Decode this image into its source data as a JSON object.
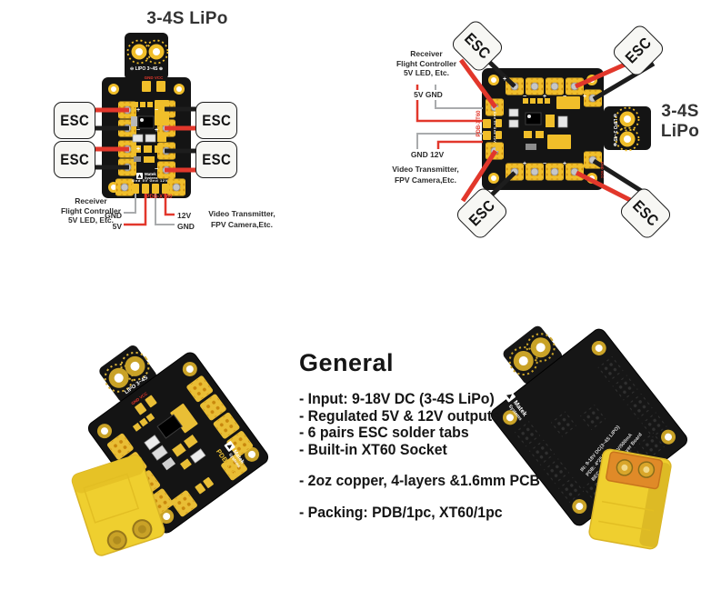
{
  "colors": {
    "board_black": "#141414",
    "pad_yellow": "#F0BE2A",
    "pad_gold": "#C9880D",
    "wire_red": "#E2372B",
    "wire_black": "#1d1d1d",
    "leader_gray": "#A9ABAD",
    "text_dark": "#2b2b2b"
  },
  "marks": {
    "plus": "+",
    "minus": "−"
  },
  "front_diagram": {
    "title": "3-4S LiPo",
    "esc": [
      "ESC",
      "ESC",
      "ESC",
      "ESC"
    ],
    "board": {
      "lipo_marking": "⊖ LIPO 3~4S ⊕",
      "gnd_vcc": "GND VCC",
      "out_pins": "Gnd 5V Gnd 12V",
      "brand": "Matek",
      "brand2": "Systems",
      "model": "PDB-XT60"
    },
    "callouts": {
      "receiver_l1": "Receiver",
      "receiver_l2": "Flight Controller",
      "receiver_l3": "5V LED, Etc.",
      "gnd_left": "GND",
      "v5": "5V",
      "v12": "12V",
      "gnd_right": "GND",
      "video_l1": "Video Transmitter,",
      "video_l2": "FPV Camera,Etc."
    }
  },
  "side_diagram": {
    "esc": [
      "ESC",
      "ESC",
      "ESC",
      "ESC"
    ],
    "lipo_l1": "3-4S",
    "lipo_l2": "LiPo",
    "board": {
      "lipo_marking": "⊖ LIPO 3~4S ⊕",
      "model": "PDB-XT60",
      "out_pins": "Gnd 5V Gnd 12V",
      "gnd_vcc": "GND VCC"
    },
    "callouts": {
      "receiver_l1": "Receiver",
      "receiver_l2": "Flight Controller",
      "receiver_l3": "5V LED, Etc.",
      "pair_top": "5V GND",
      "pair_bottom": "GND 12V",
      "video_l1": "Video Transmitter,",
      "video_l2": "FPV Camera,Etc."
    }
  },
  "photo_front": {
    "lipo_marking": "LIPO 3~4S",
    "gnd_vcc": "GND VCC",
    "brand": "Matek",
    "brand2": "Systems",
    "model": "PDB-XT60"
  },
  "photo_back": {
    "brand": "Matek",
    "brand2": "Systems",
    "spec_l1": "IN: 9-18V DC(3~4S LIPO)",
    "spec_l2": "PDB: 4*25A",
    "spec_l3": "BEC: 5V/2A & 12V/500mA",
    "spec_l4": "2oz Copper & 4 Layer Board"
  },
  "general": {
    "title": "General",
    "bullets": [
      "- Input: 9-18V DC (3-4S LiPo)",
      "- Regulated 5V & 12V outputs",
      "- 6 pairs ESC solder tabs",
      "- Built-in XT60 Socket",
      "- 2oz copper, 4-layers &1.6mm PCB",
      "- Packing: PDB/1pc, XT60/1pc"
    ]
  }
}
